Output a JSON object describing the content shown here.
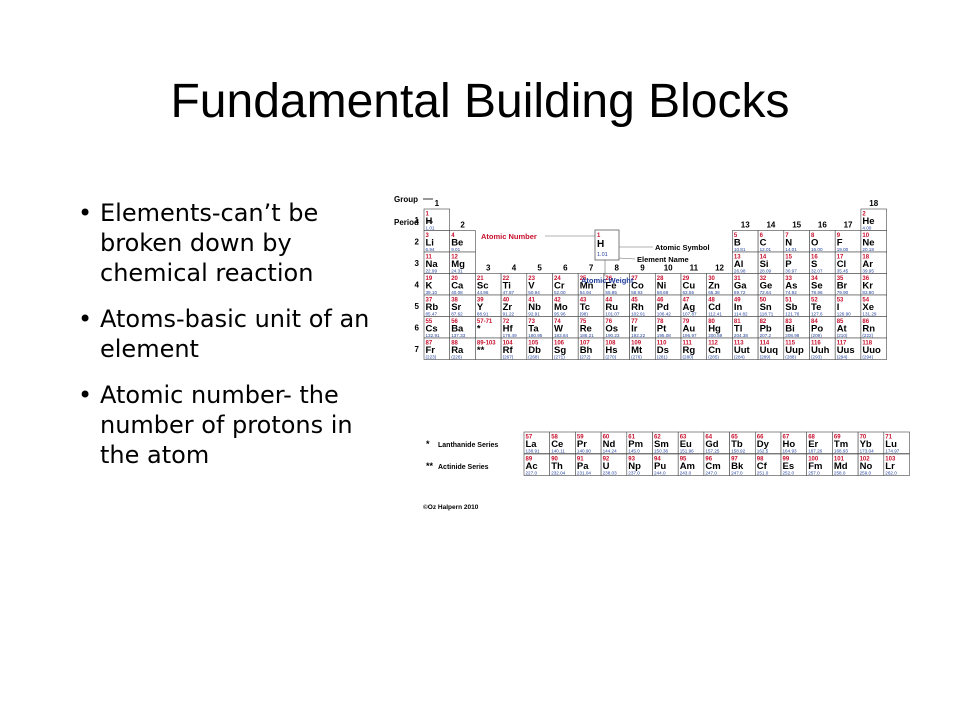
{
  "slide": {
    "title": "Fundamental Building Blocks",
    "bullets": [
      "Elements-can’t be broken down by chemical reaction",
      "Atoms-basic unit of an element",
      "Atomic number- the number of protons in the atom"
    ]
  },
  "periodic_table": {
    "labels": {
      "group": "Group",
      "period": "Period",
      "atomic_number": "Atomic Number",
      "atomic_symbol": "Atomic Symbol",
      "element_name": "Element Name",
      "atomic_weight": "Atomic Weight",
      "lanthanide": "Lanthanide Series",
      "actinide": "Actinide Series",
      "star": "*",
      "double_star": "**",
      "copyright": "©Oz Halpern 2010"
    },
    "legend_cell": {
      "number": "1",
      "symbol": "H",
      "weight": "1.01"
    },
    "group_numbers": [
      "1",
      "2",
      "3",
      "4",
      "5",
      "6",
      "7",
      "8",
      "9",
      "10",
      "11",
      "12",
      "13",
      "14",
      "15",
      "16",
      "17",
      "18"
    ],
    "period_numbers": [
      "1",
      "2",
      "3",
      "4",
      "5",
      "6",
      "7"
    ],
    "colors": {
      "accent": "#c8102e",
      "blue": "#1f3e9c"
    },
    "elements": [
      {
        "n": "1",
        "s": "H",
        "w": "1.01",
        "r": 1,
        "c": 1
      },
      {
        "n": "2",
        "s": "He",
        "w": "4.00",
        "r": 1,
        "c": 18
      },
      {
        "n": "3",
        "s": "Li",
        "w": "6.94",
        "r": 2,
        "c": 1
      },
      {
        "n": "4",
        "s": "Be",
        "w": "9.01",
        "r": 2,
        "c": 2
      },
      {
        "n": "5",
        "s": "B",
        "w": "10.81",
        "r": 2,
        "c": 13
      },
      {
        "n": "6",
        "s": "C",
        "w": "12.01",
        "r": 2,
        "c": 14
      },
      {
        "n": "7",
        "s": "N",
        "w": "14.01",
        "r": 2,
        "c": 15
      },
      {
        "n": "8",
        "s": "O",
        "w": "16.00",
        "r": 2,
        "c": 16
      },
      {
        "n": "9",
        "s": "F",
        "w": "19.00",
        "r": 2,
        "c": 17
      },
      {
        "n": "10",
        "s": "Ne",
        "w": "20.18",
        "r": 2,
        "c": 18
      },
      {
        "n": "11",
        "s": "Na",
        "w": "22.99",
        "r": 3,
        "c": 1
      },
      {
        "n": "12",
        "s": "Mg",
        "w": "24.31",
        "r": 3,
        "c": 2
      },
      {
        "n": "13",
        "s": "Al",
        "w": "26.98",
        "r": 3,
        "c": 13
      },
      {
        "n": "14",
        "s": "Si",
        "w": "28.09",
        "r": 3,
        "c": 14
      },
      {
        "n": "15",
        "s": "P",
        "w": "30.97",
        "r": 3,
        "c": 15
      },
      {
        "n": "16",
        "s": "S",
        "w": "32.07",
        "r": 3,
        "c": 16
      },
      {
        "n": "17",
        "s": "Cl",
        "w": "35.45",
        "r": 3,
        "c": 17
      },
      {
        "n": "18",
        "s": "Ar",
        "w": "39.95",
        "r": 3,
        "c": 18
      },
      {
        "n": "19",
        "s": "K",
        "w": "39.10",
        "r": 4,
        "c": 1
      },
      {
        "n": "20",
        "s": "Ca",
        "w": "40.08",
        "r": 4,
        "c": 2
      },
      {
        "n": "21",
        "s": "Sc",
        "w": "44.96",
        "r": 4,
        "c": 3
      },
      {
        "n": "22",
        "s": "Ti",
        "w": "47.87",
        "r": 4,
        "c": 4
      },
      {
        "n": "23",
        "s": "V",
        "w": "50.94",
        "r": 4,
        "c": 5
      },
      {
        "n": "24",
        "s": "Cr",
        "w": "52.00",
        "r": 4,
        "c": 6
      },
      {
        "n": "25",
        "s": "Mn",
        "w": "54.94",
        "r": 4,
        "c": 7
      },
      {
        "n": "26",
        "s": "Fe",
        "w": "55.85",
        "r": 4,
        "c": 8
      },
      {
        "n": "27",
        "s": "Co",
        "w": "58.93",
        "r": 4,
        "c": 9
      },
      {
        "n": "28",
        "s": "Ni",
        "w": "58.69",
        "r": 4,
        "c": 10
      },
      {
        "n": "29",
        "s": "Cu",
        "w": "63.55",
        "r": 4,
        "c": 11
      },
      {
        "n": "30",
        "s": "Zn",
        "w": "65.38",
        "r": 4,
        "c": 12
      },
      {
        "n": "31",
        "s": "Ga",
        "w": "69.72",
        "r": 4,
        "c": 13
      },
      {
        "n": "32",
        "s": "Ge",
        "w": "72.64",
        "r": 4,
        "c": 14
      },
      {
        "n": "33",
        "s": "As",
        "w": "74.92",
        "r": 4,
        "c": 15
      },
      {
        "n": "34",
        "s": "Se",
        "w": "78.96",
        "r": 4,
        "c": 16
      },
      {
        "n": "35",
        "s": "Br",
        "w": "79.90",
        "r": 4,
        "c": 17
      },
      {
        "n": "36",
        "s": "Kr",
        "w": "83.80",
        "r": 4,
        "c": 18
      },
      {
        "n": "37",
        "s": "Rb",
        "w": "85.47",
        "r": 5,
        "c": 1
      },
      {
        "n": "38",
        "s": "Sr",
        "w": "87.62",
        "r": 5,
        "c": 2
      },
      {
        "n": "39",
        "s": "Y",
        "w": "88.91",
        "r": 5,
        "c": 3
      },
      {
        "n": "40",
        "s": "Zr",
        "w": "91.22",
        "r": 5,
        "c": 4
      },
      {
        "n": "41",
        "s": "Nb",
        "w": "92.91",
        "r": 5,
        "c": 5
      },
      {
        "n": "42",
        "s": "Mo",
        "w": "95.96",
        "r": 5,
        "c": 6
      },
      {
        "n": "43",
        "s": "Tc",
        "w": "(98)",
        "r": 5,
        "c": 7
      },
      {
        "n": "44",
        "s": "Ru",
        "w": "101.07",
        "r": 5,
        "c": 8
      },
      {
        "n": "45",
        "s": "Rh",
        "w": "102.91",
        "r": 5,
        "c": 9
      },
      {
        "n": "46",
        "s": "Pd",
        "w": "106.42",
        "r": 5,
        "c": 10
      },
      {
        "n": "47",
        "s": "Ag",
        "w": "107.87",
        "r": 5,
        "c": 11
      },
      {
        "n": "48",
        "s": "Cd",
        "w": "112.41",
        "r": 5,
        "c": 12
      },
      {
        "n": "49",
        "s": "In",
        "w": "114.82",
        "r": 5,
        "c": 13
      },
      {
        "n": "50",
        "s": "Sn",
        "w": "118.71",
        "r": 5,
        "c": 14
      },
      {
        "n": "51",
        "s": "Sb",
        "w": "121.76",
        "r": 5,
        "c": 15
      },
      {
        "n": "52",
        "s": "Te",
        "w": "127.6",
        "r": 5,
        "c": 16
      },
      {
        "n": "53",
        "s": "I",
        "w": "126.90",
        "r": 5,
        "c": 17
      },
      {
        "n": "54",
        "s": "Xe",
        "w": "131.29",
        "r": 5,
        "c": 18
      },
      {
        "n": "55",
        "s": "Cs",
        "w": "132.91",
        "r": 6,
        "c": 1
      },
      {
        "n": "56",
        "s": "Ba",
        "w": "137.33",
        "r": 6,
        "c": 2
      },
      {
        "n": "57-71",
        "s": "*",
        "w": "",
        "r": 6,
        "c": 3
      },
      {
        "n": "72",
        "s": "Hf",
        "w": "178.49",
        "r": 6,
        "c": 4
      },
      {
        "n": "73",
        "s": "Ta",
        "w": "180.95",
        "r": 6,
        "c": 5
      },
      {
        "n": "74",
        "s": "W",
        "w": "183.84",
        "r": 6,
        "c": 6
      },
      {
        "n": "75",
        "s": "Re",
        "w": "186.21",
        "r": 6,
        "c": 7
      },
      {
        "n": "76",
        "s": "Os",
        "w": "190.23",
        "r": 6,
        "c": 8
      },
      {
        "n": "77",
        "s": "Ir",
        "w": "192.22",
        "r": 6,
        "c": 9
      },
      {
        "n": "78",
        "s": "Pt",
        "w": "195.08",
        "r": 6,
        "c": 10
      },
      {
        "n": "79",
        "s": "Au",
        "w": "196.97",
        "r": 6,
        "c": 11
      },
      {
        "n": "80",
        "s": "Hg",
        "w": "200.59",
        "r": 6,
        "c": 12
      },
      {
        "n": "81",
        "s": "Tl",
        "w": "204.38",
        "r": 6,
        "c": 13
      },
      {
        "n": "82",
        "s": "Pb",
        "w": "207.2",
        "r": 6,
        "c": 14
      },
      {
        "n": "83",
        "s": "Bi",
        "w": "208.98",
        "r": 6,
        "c": 15
      },
      {
        "n": "84",
        "s": "Po",
        "w": "(209)",
        "r": 6,
        "c": 16
      },
      {
        "n": "85",
        "s": "At",
        "w": "(210)",
        "r": 6,
        "c": 17
      },
      {
        "n": "86",
        "s": "Rn",
        "w": "(222)",
        "r": 6,
        "c": 18
      },
      {
        "n": "87",
        "s": "Fr",
        "w": "(223)",
        "r": 7,
        "c": 1
      },
      {
        "n": "88",
        "s": "Ra",
        "w": "(226)",
        "r": 7,
        "c": 2
      },
      {
        "n": "89-103",
        "s": "**",
        "w": "",
        "r": 7,
        "c": 3
      },
      {
        "n": "104",
        "s": "Rf",
        "w": "(267)",
        "r": 7,
        "c": 4
      },
      {
        "n": "105",
        "s": "Db",
        "w": "(268)",
        "r": 7,
        "c": 5
      },
      {
        "n": "106",
        "s": "Sg",
        "w": "(271)",
        "r": 7,
        "c": 6
      },
      {
        "n": "107",
        "s": "Bh",
        "w": "(272)",
        "r": 7,
        "c": 7
      },
      {
        "n": "108",
        "s": "Hs",
        "w": "(270)",
        "r": 7,
        "c": 8
      },
      {
        "n": "109",
        "s": "Mt",
        "w": "(276)",
        "r": 7,
        "c": 9
      },
      {
        "n": "110",
        "s": "Ds",
        "w": "(281)",
        "r": 7,
        "c": 10
      },
      {
        "n": "111",
        "s": "Rg",
        "w": "(280)",
        "r": 7,
        "c": 11
      },
      {
        "n": "112",
        "s": "Cn",
        "w": "(285)",
        "r": 7,
        "c": 12
      },
      {
        "n": "113",
        "s": "Uut",
        "w": "(284)",
        "r": 7,
        "c": 13
      },
      {
        "n": "114",
        "s": "Uuq",
        "w": "(289)",
        "r": 7,
        "c": 14
      },
      {
        "n": "115",
        "s": "Uup",
        "w": "(288)",
        "r": 7,
        "c": 15
      },
      {
        "n": "116",
        "s": "Uuh",
        "w": "(293)",
        "r": 7,
        "c": 16
      },
      {
        "n": "117",
        "s": "Uus",
        "w": "(294)",
        "r": 7,
        "c": 17
      },
      {
        "n": "118",
        "s": "Uuo",
        "w": "(294)",
        "r": 7,
        "c": 18
      }
    ],
    "lanthanides": [
      {
        "n": "57",
        "s": "La",
        "w": "138.91"
      },
      {
        "n": "58",
        "s": "Ce",
        "w": "140.11"
      },
      {
        "n": "59",
        "s": "Pr",
        "w": "140.90"
      },
      {
        "n": "60",
        "s": "Nd",
        "w": "144.24"
      },
      {
        "n": "61",
        "s": "Pm",
        "w": "145.0"
      },
      {
        "n": "62",
        "s": "Sm",
        "w": "150.36"
      },
      {
        "n": "63",
        "s": "Eu",
        "w": "151.96"
      },
      {
        "n": "64",
        "s": "Gd",
        "w": "157.25"
      },
      {
        "n": "65",
        "s": "Tb",
        "w": "158.92"
      },
      {
        "n": "66",
        "s": "Dy",
        "w": "162.5"
      },
      {
        "n": "67",
        "s": "Ho",
        "w": "164.93"
      },
      {
        "n": "68",
        "s": "Er",
        "w": "167.26"
      },
      {
        "n": "69",
        "s": "Tm",
        "w": "168.93"
      },
      {
        "n": "70",
        "s": "Yb",
        "w": "173.04"
      },
      {
        "n": "71",
        "s": "Lu",
        "w": "174.97"
      }
    ],
    "actinides": [
      {
        "n": "89",
        "s": "Ac",
        "w": "227.0"
      },
      {
        "n": "90",
        "s": "Th",
        "w": "232.04"
      },
      {
        "n": "91",
        "s": "Pa",
        "w": "231.04"
      },
      {
        "n": "92",
        "s": "U",
        "w": "238.03"
      },
      {
        "n": "93",
        "s": "Np",
        "w": "237.0"
      },
      {
        "n": "94",
        "s": "Pu",
        "w": "244.0"
      },
      {
        "n": "95",
        "s": "Am",
        "w": "243.0"
      },
      {
        "n": "96",
        "s": "Cm",
        "w": "247.0"
      },
      {
        "n": "97",
        "s": "Bk",
        "w": "247.0"
      },
      {
        "n": "98",
        "s": "Cf",
        "w": "251.0"
      },
      {
        "n": "99",
        "s": "Es",
        "w": "252.0"
      },
      {
        "n": "100",
        "s": "Fm",
        "w": "257.0"
      },
      {
        "n": "101",
        "s": "Md",
        "w": "258.0"
      },
      {
        "n": "102",
        "s": "No",
        "w": "259.0"
      },
      {
        "n": "103",
        "s": "Lr",
        "w": "262.0"
      }
    ]
  }
}
